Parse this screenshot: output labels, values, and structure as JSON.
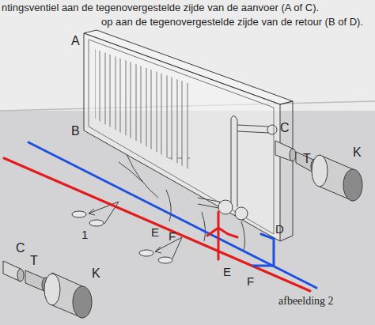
{
  "diagram": {
    "caption": "afbeelding 2",
    "labels": [
      "ntingsventiel aan de tegenovergestelde zijde van de aanvoer (A of C).",
      "op aan de tegenovergestelde zijde van de retour (B of D).",
      "A",
      "B",
      "C",
      "T",
      "K",
      "E",
      "F",
      "1",
      "D",
      "C",
      "T",
      "K",
      "E",
      "F"
    ]
  }
}
